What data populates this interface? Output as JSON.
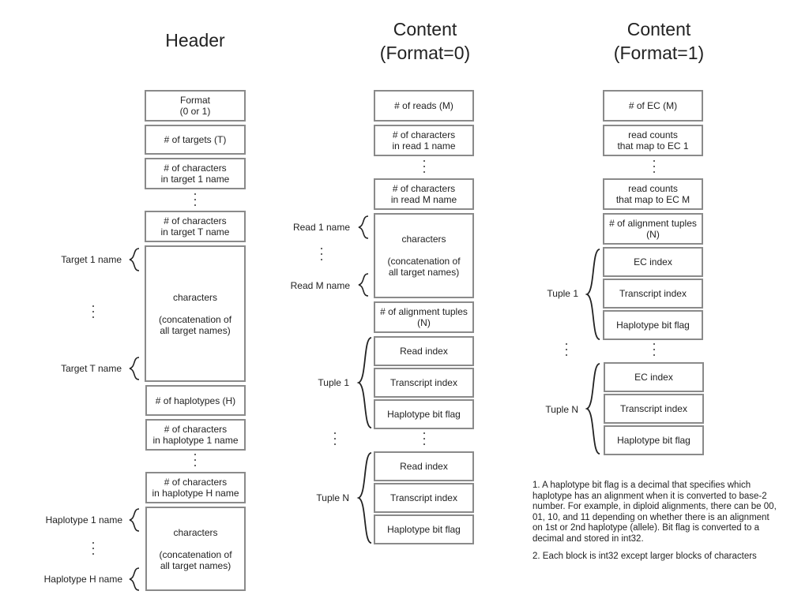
{
  "titles": {
    "header": "Header",
    "content0": "Content\n(Format=0)",
    "content1": "Content\n(Format=1)"
  },
  "header": {
    "boxes": {
      "format": "Format\n(0 or 1)",
      "num_targets": "# of targets (T)",
      "chars_target1": "# of characters\nin target 1 name",
      "chars_targetT": "# of characters\nin target T name",
      "target_names": "characters\n\n(concatenation of\nall target names)",
      "num_haplotypes": "# of haplotypes (H)",
      "chars_hap1": "# of characters\nin haplotype 1 name",
      "chars_hapH": "# of characters\nin haplotype H name",
      "hap_names": "characters\n\n(concatenation of\nall target names)"
    },
    "labels": {
      "target1": "Target 1 name",
      "targetT": "Target T name",
      "hap1": "Haplotype 1 name",
      "hapH": "Haplotype H name"
    }
  },
  "content0": {
    "boxes": {
      "num_reads": "# of reads (M)",
      "chars_read1": "# of characters\nin read 1 name",
      "chars_readM": "# of characters\nin read M name",
      "read_names": "characters\n\n(concatenation of\nall target names)",
      "num_tuples": "# of alignment tuples\n(N)",
      "t1_read": "Read index",
      "t1_transcript": "Transcript index",
      "t1_hap": "Haplotype bit flag",
      "tN_read": "Read index",
      "tN_transcript": "Transcript index",
      "tN_hap": "Haplotype bit flag"
    },
    "labels": {
      "read1": "Read 1 name",
      "readM": "Read M name",
      "tuple1": "Tuple 1",
      "tupleN": "Tuple N"
    }
  },
  "content1": {
    "boxes": {
      "num_ec": "# of EC (M)",
      "counts_ec1": "read counts\nthat map to EC 1",
      "counts_ecM": "read counts\nthat map to EC M",
      "num_tuples": "# of alignment tuples\n(N)",
      "t1_ec": "EC index",
      "t1_transcript": "Transcript index",
      "t1_hap": "Haplotype bit flag",
      "tN_ec": "EC index",
      "tN_transcript": "Transcript index",
      "tN_hap": "Haplotype bit flag"
    },
    "labels": {
      "tuple1": "Tuple 1",
      "tupleN": "Tuple N"
    }
  },
  "notes": {
    "note1": "1. A haplotype bit flag is a decimal that specifies which haplotype has an alignment when it is converted to base-2 number. For example, in diploid alignments, there can be 00, 01, 10, and 11 depending on whether there is an alignment on 1st or 2nd haplotype (allele). Bit flag is converted to a decimal and stored in int32.",
    "note2": "2. Each block is int32 except larger blocks of characters"
  },
  "colors": {
    "box_border": "#8a8a8a",
    "text": "#222222",
    "background": "#ffffff"
  }
}
